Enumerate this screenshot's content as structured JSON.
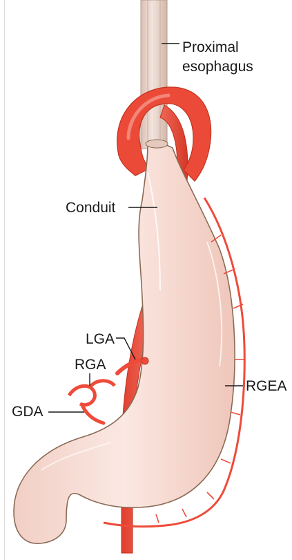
{
  "labels": {
    "proximal_esophagus_line1": "Proximal",
    "proximal_esophagus_line2": "esophagus",
    "conduit": "Conduit",
    "lga": "LGA",
    "rga": "RGA",
    "gda": "GDA",
    "rgea": "RGEA"
  },
  "colors": {
    "artery": "#ee4b3a",
    "artery_dark": "#d23a2b",
    "stomach_fill": "#f6d9d1",
    "stomach_edge": "#8a6a55",
    "esophagus": "#e8d3c9",
    "leader_line": "#1a1a1a"
  }
}
